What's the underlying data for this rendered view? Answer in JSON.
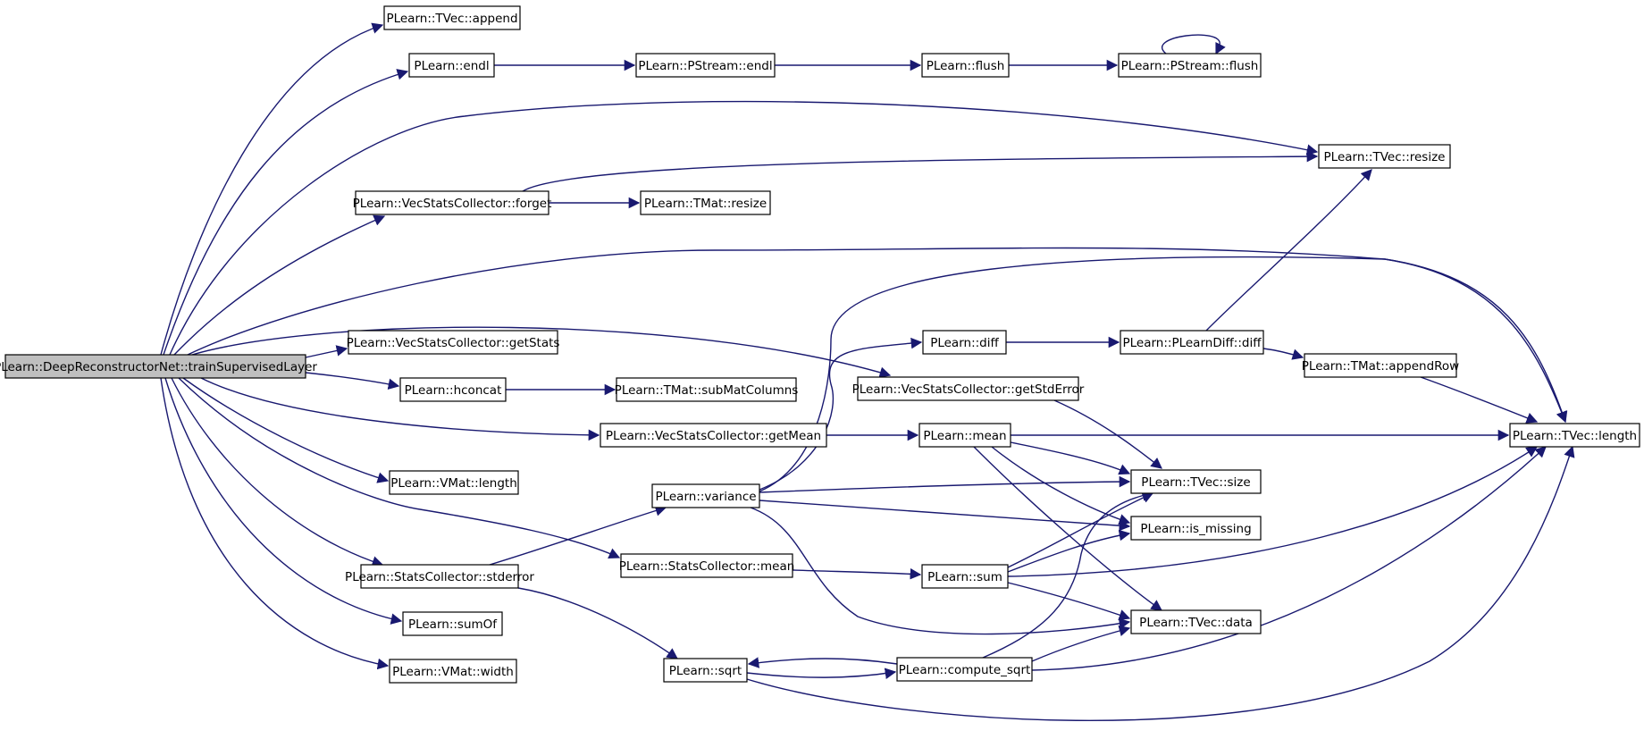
{
  "diagram": {
    "type": "call-graph",
    "colors": {
      "root_fill": "#bfbfbf",
      "node_fill": "#ffffff",
      "edge": "#191970",
      "border": "#000000"
    },
    "nodes": [
      {
        "id": "root",
        "label": "PLearn::DeepReconstructorNet::trainSupervisedLayer",
        "root": true
      },
      {
        "id": "tvec_append",
        "label": "PLearn::TVec::append"
      },
      {
        "id": "endl",
        "label": "PLearn::endl"
      },
      {
        "id": "pstream_endl",
        "label": "PLearn::PStream::endl"
      },
      {
        "id": "flush",
        "label": "PLearn::flush"
      },
      {
        "id": "pstream_flush",
        "label": "PLearn::PStream::flush"
      },
      {
        "id": "tvec_resize",
        "label": "PLearn::TVec::resize"
      },
      {
        "id": "vsc_forget",
        "label": "PLearn::VecStatsCollector::forget"
      },
      {
        "id": "tmat_resize",
        "label": "PLearn::TMat::resize"
      },
      {
        "id": "vsc_getstats",
        "label": "PLearn::VecStatsCollector::getStats"
      },
      {
        "id": "diff",
        "label": "PLearn::diff"
      },
      {
        "id": "plearndiff_diff",
        "label": "PLearn::PLearnDiff::diff"
      },
      {
        "id": "tmat_appendrow",
        "label": "PLearn::TMat::appendRow"
      },
      {
        "id": "hconcat",
        "label": "PLearn::hconcat"
      },
      {
        "id": "tmat_submatcolumns",
        "label": "PLearn::TMat::subMatColumns"
      },
      {
        "id": "vsc_getstderror",
        "label": "PLearn::VecStatsCollector::getStdError"
      },
      {
        "id": "vsc_getmean",
        "label": "PLearn::VecStatsCollector::getMean"
      },
      {
        "id": "mean",
        "label": "PLearn::mean"
      },
      {
        "id": "tvec_length",
        "label": "PLearn::TVec::length"
      },
      {
        "id": "vmat_length",
        "label": "PLearn::VMat::length"
      },
      {
        "id": "variance",
        "label": "PLearn::variance"
      },
      {
        "id": "tvec_size",
        "label": "PLearn::TVec::size"
      },
      {
        "id": "is_missing",
        "label": "PLearn::is_missing"
      },
      {
        "id": "sc_mean",
        "label": "PLearn::StatsCollector::mean"
      },
      {
        "id": "sc_stderror",
        "label": "PLearn::StatsCollector::stderror"
      },
      {
        "id": "sum",
        "label": "PLearn::sum"
      },
      {
        "id": "tvec_data",
        "label": "PLearn::TVec::data"
      },
      {
        "id": "sumof",
        "label": "PLearn::sumOf"
      },
      {
        "id": "sqrt",
        "label": "PLearn::sqrt"
      },
      {
        "id": "compute_sqrt",
        "label": "PLearn::compute_sqrt"
      },
      {
        "id": "vmat_width",
        "label": "PLearn::VMat::width"
      }
    ],
    "edges": [
      {
        "from": "root",
        "to": "tvec_append"
      },
      {
        "from": "root",
        "to": "endl"
      },
      {
        "from": "root",
        "to": "tvec_resize"
      },
      {
        "from": "root",
        "to": "vsc_forget"
      },
      {
        "from": "root",
        "to": "tvec_length"
      },
      {
        "from": "root",
        "to": "vsc_getstderror"
      },
      {
        "from": "root",
        "to": "vsc_getstats"
      },
      {
        "from": "root",
        "to": "hconcat"
      },
      {
        "from": "root",
        "to": "vsc_getmean"
      },
      {
        "from": "root",
        "to": "vmat_length"
      },
      {
        "from": "root",
        "to": "sc_mean"
      },
      {
        "from": "root",
        "to": "sc_stderror"
      },
      {
        "from": "root",
        "to": "sumof"
      },
      {
        "from": "root",
        "to": "vmat_width"
      },
      {
        "from": "endl",
        "to": "pstream_endl"
      },
      {
        "from": "pstream_endl",
        "to": "flush"
      },
      {
        "from": "flush",
        "to": "pstream_flush"
      },
      {
        "from": "pstream_flush",
        "to": "pstream_flush"
      },
      {
        "from": "vsc_forget",
        "to": "tvec_resize"
      },
      {
        "from": "vsc_forget",
        "to": "tmat_resize"
      },
      {
        "from": "hconcat",
        "to": "tmat_submatcolumns"
      },
      {
        "from": "vsc_getmean",
        "to": "mean"
      },
      {
        "from": "diff",
        "to": "plearndiff_diff"
      },
      {
        "from": "plearndiff_diff",
        "to": "tvec_resize"
      },
      {
        "from": "plearndiff_diff",
        "to": "tmat_appendrow"
      },
      {
        "from": "tmat_appendrow",
        "to": "tvec_length"
      },
      {
        "from": "vsc_getstderror",
        "to": "tvec_size"
      },
      {
        "from": "mean",
        "to": "tvec_length"
      },
      {
        "from": "mean",
        "to": "tvec_size"
      },
      {
        "from": "mean",
        "to": "is_missing"
      },
      {
        "from": "mean",
        "to": "tvec_data"
      },
      {
        "from": "variance",
        "to": "diff"
      },
      {
        "from": "variance",
        "to": "tvec_length"
      },
      {
        "from": "variance",
        "to": "tvec_size"
      },
      {
        "from": "variance",
        "to": "is_missing"
      },
      {
        "from": "variance",
        "to": "tvec_data"
      },
      {
        "from": "sc_stderror",
        "to": "variance"
      },
      {
        "from": "sc_stderror",
        "to": "sqrt"
      },
      {
        "from": "sc_mean",
        "to": "sum"
      },
      {
        "from": "sum",
        "to": "tvec_size"
      },
      {
        "from": "sum",
        "to": "is_missing"
      },
      {
        "from": "sum",
        "to": "tvec_length"
      },
      {
        "from": "sum",
        "to": "tvec_data"
      },
      {
        "from": "sqrt",
        "to": "compute_sqrt"
      },
      {
        "from": "sqrt",
        "to": "tvec_length"
      },
      {
        "from": "compute_sqrt",
        "to": "sqrt"
      },
      {
        "from": "compute_sqrt",
        "to": "tvec_size"
      },
      {
        "from": "compute_sqrt",
        "to": "tvec_data"
      },
      {
        "from": "compute_sqrt",
        "to": "tvec_length"
      }
    ]
  }
}
